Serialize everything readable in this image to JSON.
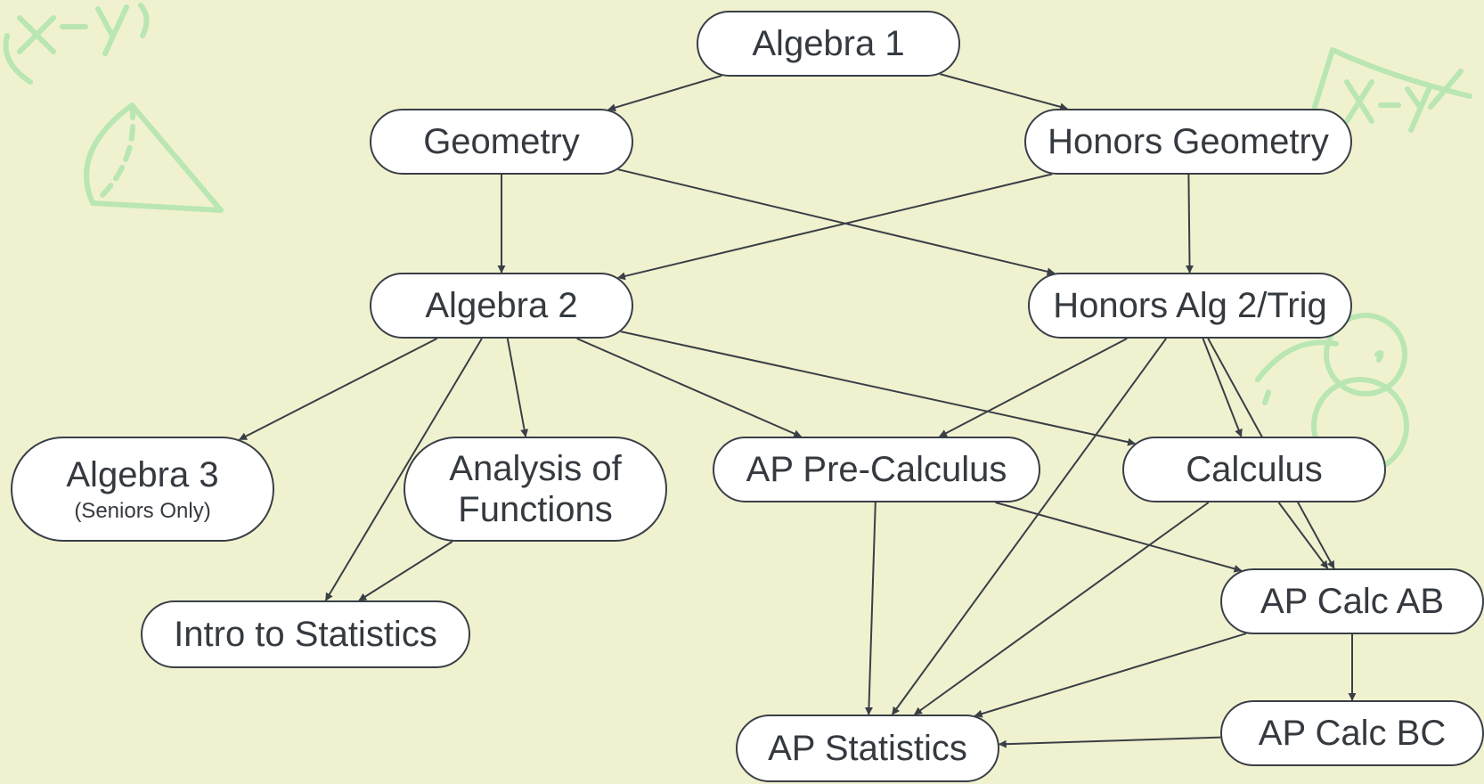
{
  "colors": {
    "background": "#f0f2cf",
    "node_fill": "#ffffff",
    "node_border": "#3a3f47",
    "text": "#353a40",
    "arrow": "#3a3f47",
    "doodle": "#b9e6b3"
  },
  "doodles": [
    "x-y-formula",
    "cone-sketch",
    "triangle-x-y-sketch",
    "circles-sketch"
  ],
  "nodes": {
    "algebra1": {
      "label": "Algebra 1"
    },
    "geometry": {
      "label": "Geometry"
    },
    "honors_geometry": {
      "label": "Honors Geometry"
    },
    "algebra2": {
      "label": "Algebra 2"
    },
    "honors_alg2_trig": {
      "label": "Honors Alg 2/Trig"
    },
    "algebra3": {
      "label": "Algebra 3",
      "sublabel": "(Seniors Only)"
    },
    "analysis_functions": {
      "label": "Analysis of",
      "label2": "Functions"
    },
    "ap_precalc": {
      "label": "AP Pre-Calculus"
    },
    "calculus": {
      "label": "Calculus"
    },
    "intro_stats": {
      "label": "Intro to Statistics"
    },
    "ap_calc_ab": {
      "label": "AP Calc AB"
    },
    "ap_calc_bc": {
      "label": "AP Calc BC"
    },
    "ap_statistics": {
      "label": "AP Statistics"
    }
  },
  "edges": [
    [
      "algebra1",
      "geometry"
    ],
    [
      "algebra1",
      "honors_geometry"
    ],
    [
      "geometry",
      "algebra2"
    ],
    [
      "geometry",
      "honors_alg2_trig"
    ],
    [
      "honors_geometry",
      "algebra2"
    ],
    [
      "honors_geometry",
      "honors_alg2_trig"
    ],
    [
      "algebra2",
      "algebra3"
    ],
    [
      "algebra2",
      "intro_stats"
    ],
    [
      "algebra2",
      "analysis_functions"
    ],
    [
      "algebra2",
      "ap_precalc"
    ],
    [
      "algebra2",
      "calculus"
    ],
    [
      "honors_alg2_trig",
      "ap_precalc"
    ],
    [
      "honors_alg2_trig",
      "ap_statistics"
    ],
    [
      "honors_alg2_trig",
      "calculus"
    ],
    [
      "honors_alg2_trig",
      "ap_calc_ab"
    ],
    [
      "analysis_functions",
      "intro_stats"
    ],
    [
      "ap_precalc",
      "ap_statistics"
    ],
    [
      "ap_precalc",
      "ap_calc_ab"
    ],
    [
      "calculus",
      "ap_statistics"
    ],
    [
      "calculus",
      "ap_calc_ab"
    ],
    [
      "ap_calc_ab",
      "ap_statistics"
    ],
    [
      "ap_calc_ab",
      "ap_calc_bc"
    ],
    [
      "ap_calc_bc",
      "ap_statistics"
    ]
  ]
}
